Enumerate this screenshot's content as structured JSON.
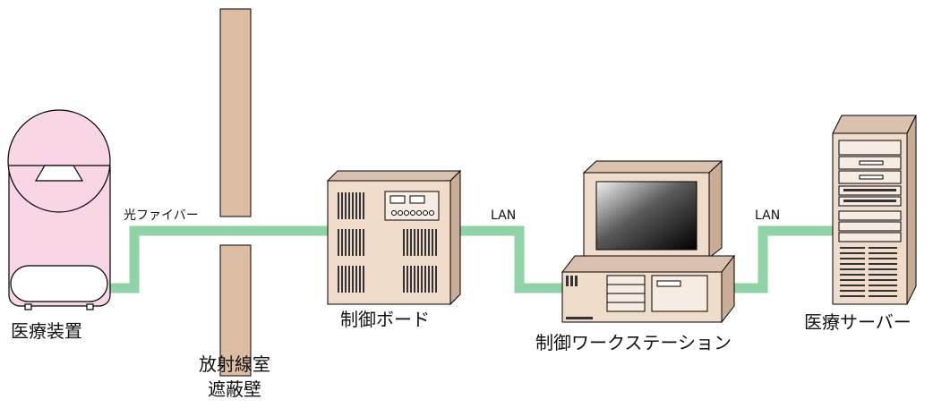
{
  "labels": {
    "medical_device": "医療装置",
    "fiber": "光ファイバー",
    "shield_line1": "放射線室",
    "shield_line2": "遮蔽壁",
    "control_board": "制御ボード",
    "lan_left": "LAN",
    "lan_right": "LAN",
    "workstation": "制御ワークステーション",
    "server": "医療サーバー"
  },
  "colors": {
    "cable": "#8fd3a6",
    "wall": "#dcbca2",
    "device_pink": "#f9d6e6",
    "equipment": "#f0dccb",
    "equipment_dark": "#d9c1ad"
  }
}
